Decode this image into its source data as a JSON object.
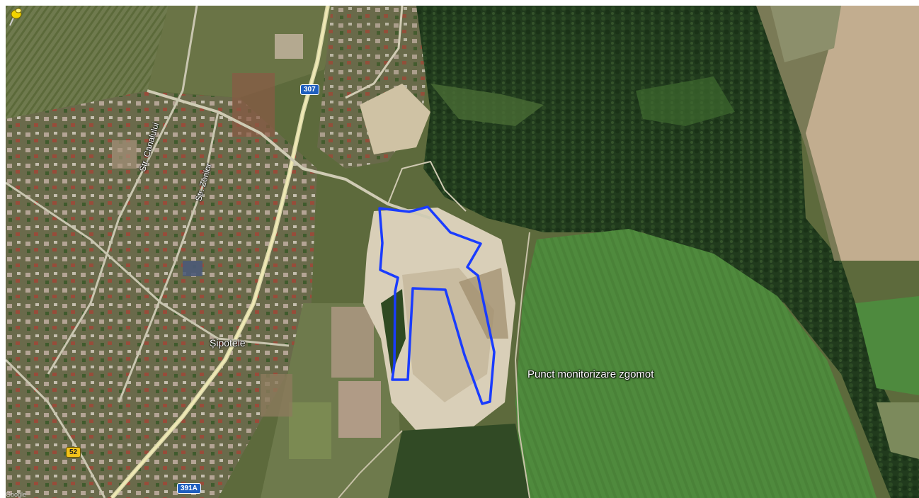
{
  "map": {
    "labels": {
      "street_canalului": "Str. Canalului",
      "street_zorilor": "Str. Zorilor",
      "village": "Șipotele"
    },
    "marker": {
      "label": "Punct monitorizare zgomot",
      "icon": "pushpin-icon",
      "color": "#f2d400"
    },
    "road_shields": {
      "r307": "307",
      "r52": "52",
      "r391a": "391A"
    },
    "boundary": {
      "color": "#1a3cff"
    },
    "attribution": "Google"
  }
}
